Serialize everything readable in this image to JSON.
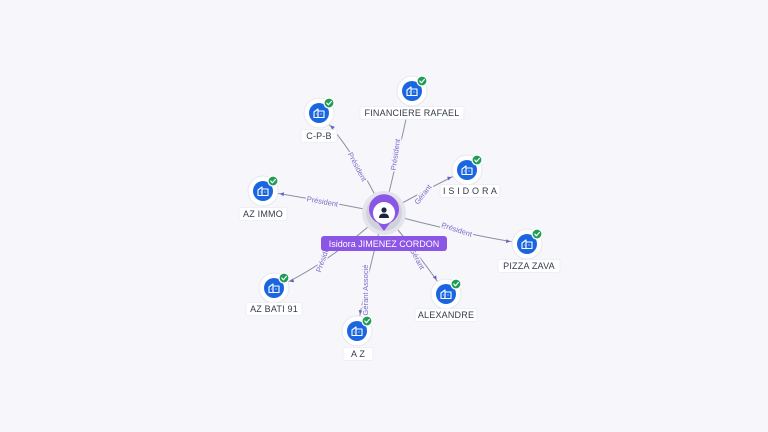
{
  "center": {
    "label": "Isidora JIMENEZ CORDON",
    "icon": "person-icon",
    "color": "#8b55e6"
  },
  "companies": [
    {
      "id": "cpb",
      "label": "C-P-B",
      "role": "Président",
      "verified": true
    },
    {
      "id": "financiere-rafael",
      "label": "FINANCIERE RAFAEL",
      "role": "Président",
      "verified": true
    },
    {
      "id": "isidora",
      "label": "I S I D O R A",
      "role": "Gérant",
      "verified": true
    },
    {
      "id": "pizza-zava",
      "label": "PIZZA ZAVA",
      "role": "Président",
      "verified": true
    },
    {
      "id": "alexandre",
      "label": "ALEXANDRE",
      "role": "Gérant",
      "verified": true
    },
    {
      "id": "az",
      "label": "A Z",
      "role": "Gérant Associé",
      "verified": true
    },
    {
      "id": "az-bati-91",
      "label": "AZ BATI 91",
      "role": "Président",
      "verified": true
    },
    {
      "id": "az-immo",
      "label": "AZ IMMO",
      "role": "Président",
      "verified": true
    }
  ],
  "colors": {
    "company_node": "#1a66e0",
    "verified_badge": "#1f9d55",
    "edge_label": "#7b6cc9"
  },
  "icons": {
    "company": "building-icon",
    "verified": "check-badge-icon"
  }
}
